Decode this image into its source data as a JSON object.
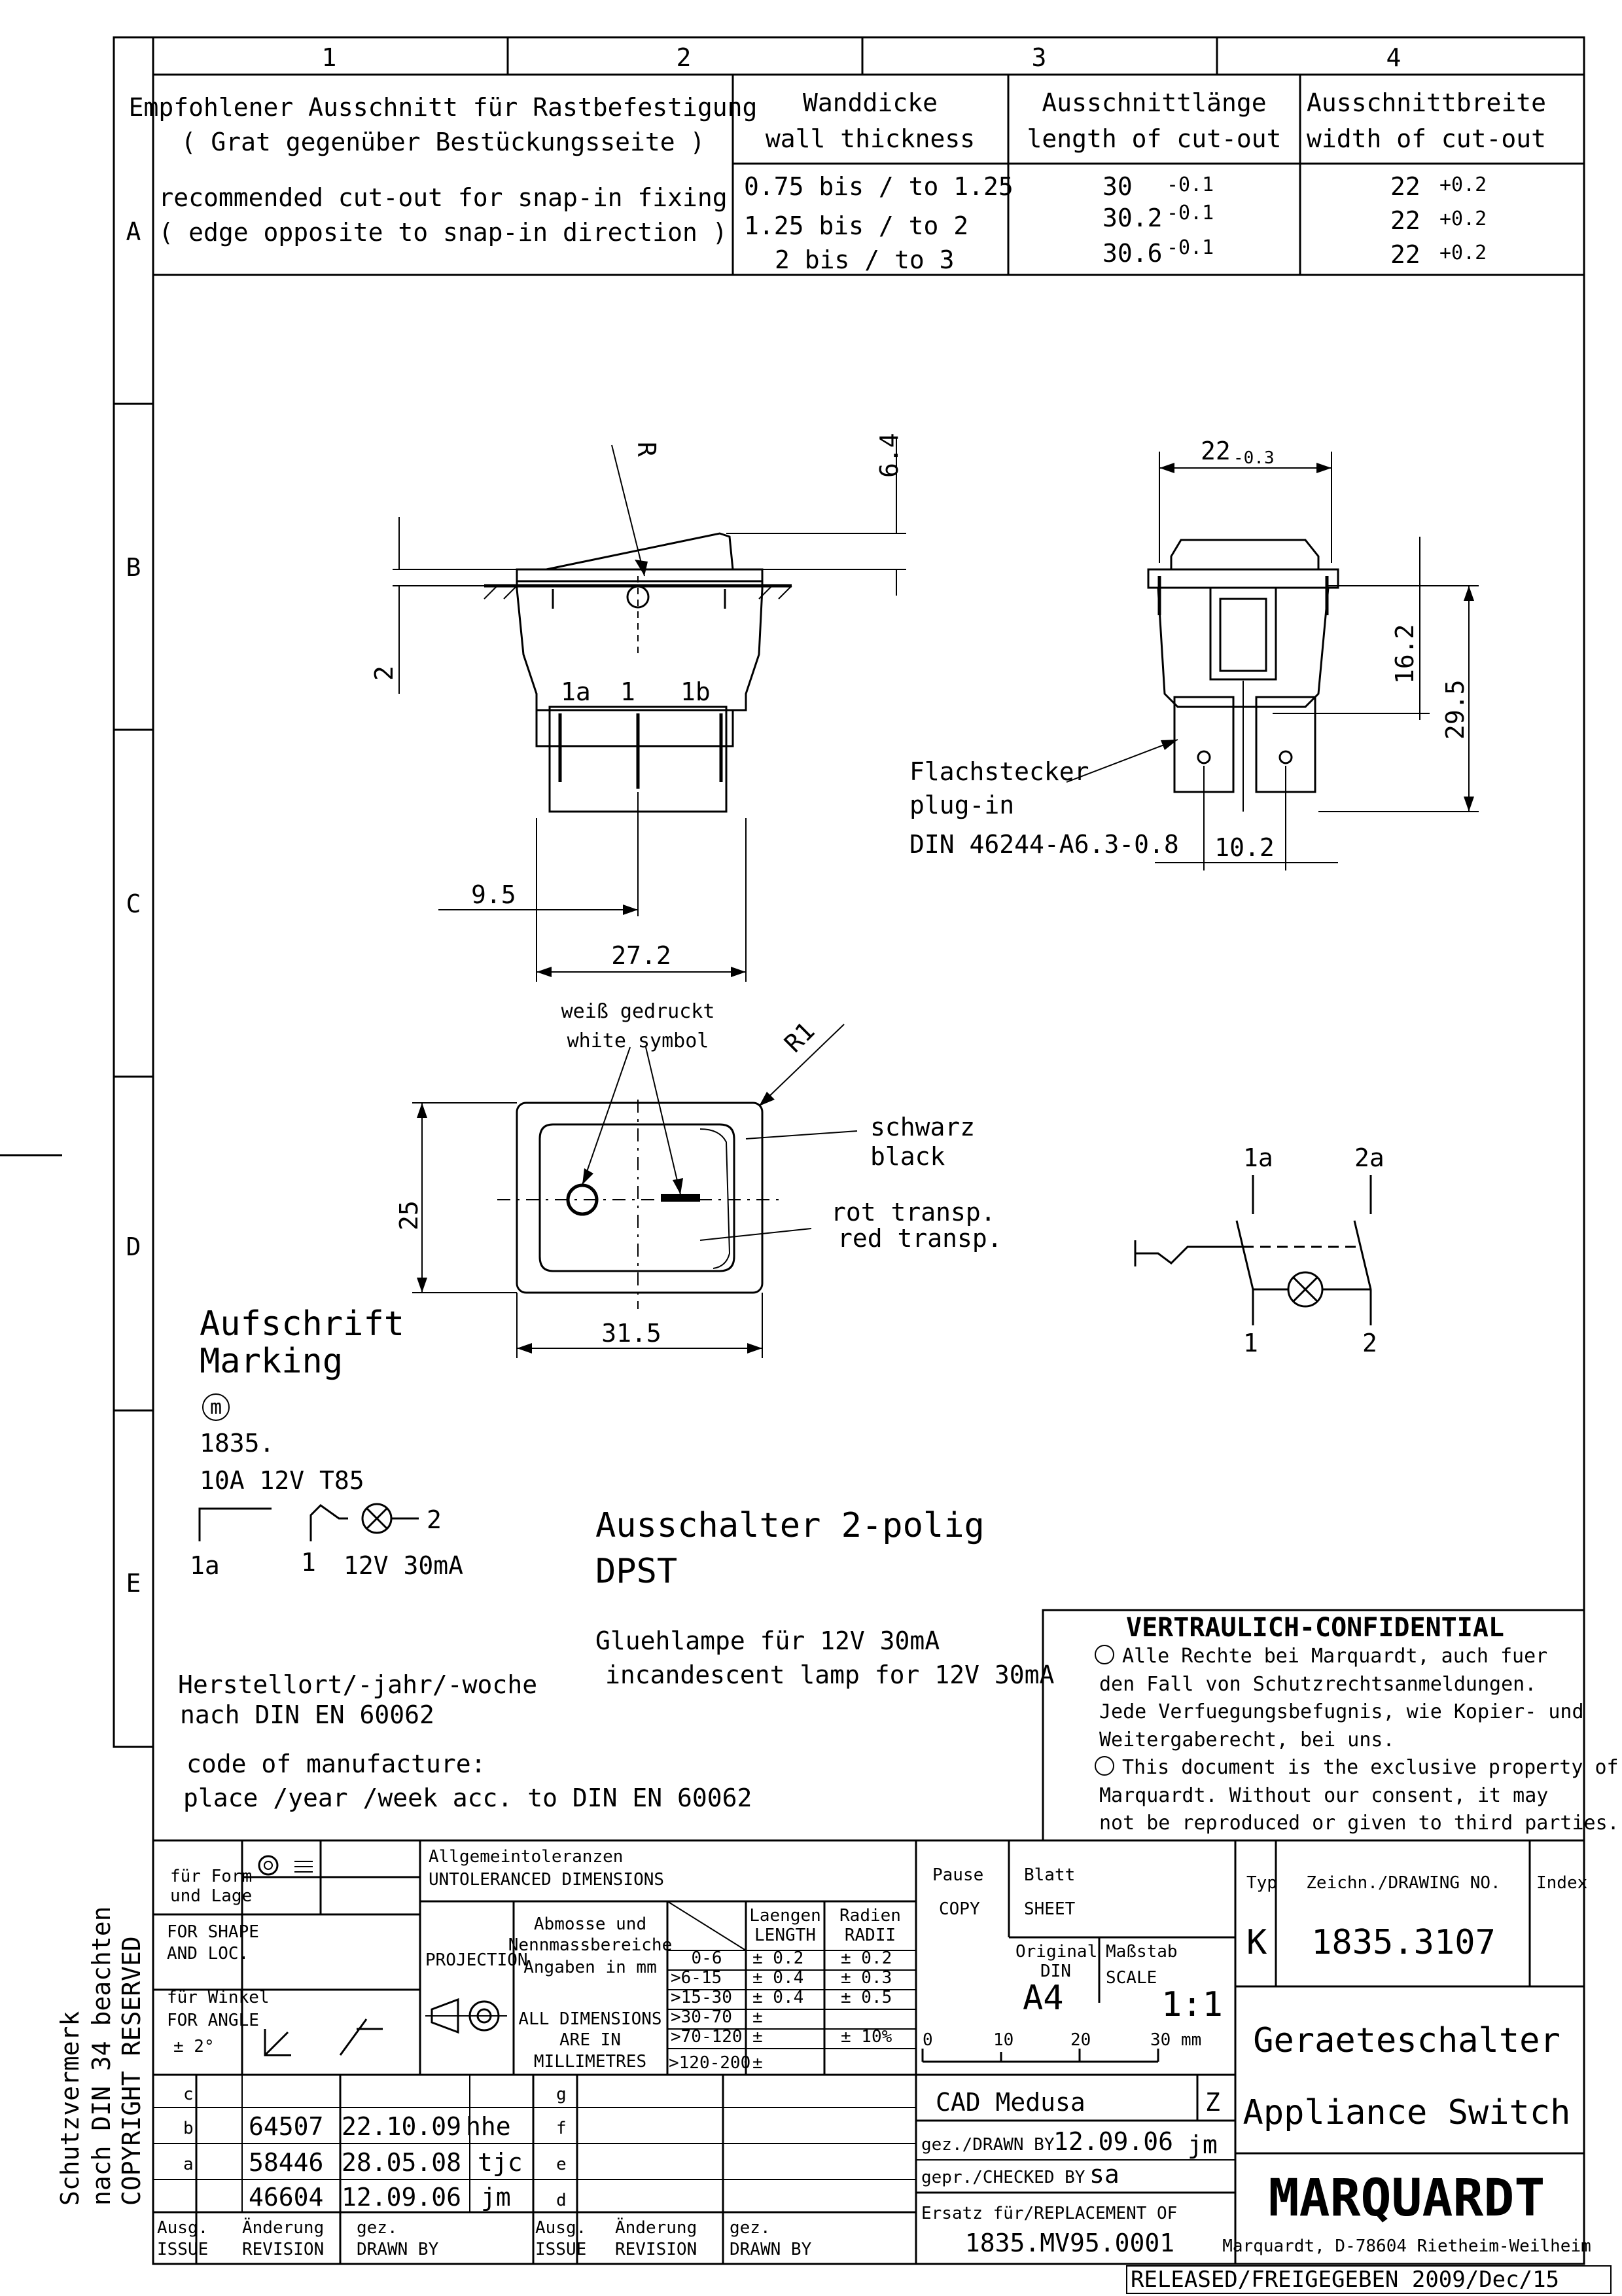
{
  "zone_columns": [
    "1",
    "2",
    "3",
    "4"
  ],
  "zone_rows": [
    "A",
    "B",
    "C",
    "D",
    "E"
  ],
  "cutout_table": {
    "title_de": "Empfohlener Ausschnitt für Rastbefestigung",
    "title_de2": "( Grat gegenüber Bestückungsseite )",
    "title_en": "recommended cut-out for snap-in fixing",
    "title_en2": "( edge opposite to snap-in direction )",
    "col_wall_de": "Wanddicke",
    "col_wall_en": "wall thickness",
    "col_len_de": "Ausschnittlänge",
    "col_len_en": "length of cut-out",
    "col_wid_de": "Ausschnittbreite",
    "col_wid_en": "width of cut-out",
    "rows": [
      {
        "wall": "0.75 bis / to 1.25",
        "length": "30",
        "length_tol": "-0.1",
        "width": "22",
        "width_tol": "+0.2"
      },
      {
        "wall": "1.25 bis / to 2",
        "length": "30.2",
        "length_tol": "-0.1",
        "width": "22",
        "width_tol": "+0.2"
      },
      {
        "wall": "2 bis / to 3",
        "length": "30.6",
        "length_tol": "-0.1",
        "width": "22",
        "width_tol": "+0.2"
      }
    ]
  },
  "side_view": {
    "dim_r": "R",
    "dim_64": "6.4",
    "dim_2": "2",
    "pin_1a": "1a",
    "pin_1": "1",
    "pin_1b": "1b",
    "dim_95": "9.5",
    "dim_272": "27.2"
  },
  "end_view": {
    "dim_22": "22",
    "dim_22_tol": "-0.3",
    "dim_162": "16.2",
    "dim_295": "29.5",
    "dim_102": "10.2",
    "plug_de": "Flachstecker",
    "plug_en": "plug-in",
    "plug_std": "DIN 46244-A6.3-0.8"
  },
  "top_view": {
    "symbol_de": "weiß gedruckt",
    "symbol_en": "white symbol",
    "radius": "R1",
    "black_de": "schwarz",
    "black_en": "black",
    "red_de": "rot transp.",
    "red_en": "red transp.",
    "dim_25": "25",
    "dim_315": "31.5"
  },
  "schematic": {
    "t_1a": "1a",
    "t_2a": "2a",
    "t_1": "1",
    "t_2": "2"
  },
  "marking": {
    "title_de": "Aufschrift",
    "title_en": "Marking",
    "logo": "m",
    "line1": "1835.",
    "line2": "10A 12V T85",
    "lbl_1a": "1a",
    "lbl_1": "1",
    "lbl_2": "2",
    "lamp": "12V 30mA"
  },
  "description": {
    "type_de": "Ausschalter 2-polig",
    "type_en": "DPST",
    "lamp_de": "Gluehlampe für 12V 30mA",
    "lamp_en": "incandescent lamp for 12V 30mA",
    "mfg_de1": "Herstellort/-jahr/-woche",
    "mfg_de2": "nach DIN EN 60062",
    "mfg_en1": "code of manufacture:",
    "mfg_en2": "place /year /week acc. to DIN EN 60062"
  },
  "confidential": {
    "title": "VERTRAULICH-CONFIDENTIAL",
    "lines": [
      "Alle Rechte bei Marquardt, auch fuer",
      "den Fall von Schutzrechtsanmeldungen.",
      "Jede Verfuegungsbefugnis, wie Kopier- und",
      "Weitergaberecht, bei uns.",
      "This document is the exclusive property of",
      "Marquardt. Without our consent, it may",
      "not be reproduced or given to third parties."
    ]
  },
  "title_block": {
    "form_de": "für Form",
    "form_de2": "und Lage",
    "shape_en": "FOR SHAPE",
    "shape_en2": "AND LOC.",
    "angle_de": "für Winkel",
    "angle_en": "FOR ANGLE",
    "angle_val": "± 2°",
    "tol_de": "Allgemeintoleranzen",
    "tol_en": "UNTOLERANCED DIMENSIONS",
    "projection": "PROJECTION",
    "dims_de1": "Abmosse und",
    "dims_de2": "Nennmassbereiche",
    "dims_de3": "Angaben in mm",
    "dims_en1": "ALL DIMENSIONS",
    "dims_en2": "ARE IN",
    "dims_en3": "MILLIMETRES",
    "len_de": "Laengen",
    "len_en": "LENGTH",
    "rad_de": "Radien",
    "rad_en": "RADII",
    "tol_rows": [
      {
        "range": "0-6",
        "len": "± 0.2",
        "rad": "± 0.2"
      },
      {
        "range": ">6-15",
        "len": "± 0.4",
        "rad": "± 0.3"
      },
      {
        "range": ">15-30",
        "len": "± 0.4",
        "rad": "± 0.5"
      },
      {
        "range": ">30-70",
        "len": "±",
        "rad": ""
      },
      {
        "range": ">70-120",
        "len": "±",
        "rad": "± 10%"
      },
      {
        "range": ">120-200",
        "len": "±",
        "rad": ""
      }
    ],
    "pause": "Pause",
    "copy": "COPY",
    "blatt": "Blatt",
    "sheet": "SHEET",
    "original": "Original",
    "din": "DIN",
    "format": "A4",
    "massstab": "Maßstab",
    "scale": "SCALE",
    "scale_val": "1:1",
    "scale_ticks": [
      "0",
      "10",
      "20",
      "30 mm"
    ],
    "typ": "Typ",
    "typ_val": "K",
    "drawing_no_label": "Zeichn./DRAWING NO.",
    "drawing_no": "1835.3107",
    "index": "Index",
    "name_de": "Geraeteschalter",
    "name_en": "Appliance Switch",
    "cad": "CAD Medusa",
    "cad_z": "Z",
    "drawn_label": "gez./DRAWN BY",
    "drawn_date": "12.09.06",
    "drawn_by": "jm",
    "checked_label": "gepr./CHECKED BY",
    "checked_by": "sa",
    "replacement_label": "Ersatz für/REPLACEMENT OF",
    "replacement": "1835.MV95.0001",
    "company": "MARQUARDT",
    "company_addr": "Marquardt, D-78604 Rietheim-Weilheim"
  },
  "revisions": {
    "left": [
      {
        "issue": "c",
        "change": "",
        "date": "",
        "by": ""
      },
      {
        "issue": "b",
        "change": "64507",
        "date": "22.10.09",
        "by": "hhe"
      },
      {
        "issue": "a",
        "change": "58446",
        "date": "28.05.08",
        "by": "tjc"
      },
      {
        "issue": "",
        "change": "46604",
        "date": "12.09.06",
        "by": "jm"
      }
    ],
    "right": [
      "g",
      "f",
      "e",
      "d"
    ],
    "hdr_issue_de": "Ausg.",
    "hdr_issue_en": "ISSUE",
    "hdr_change_de": "Änderung",
    "hdr_change_en": "REVISION",
    "hdr_drawn_de": "gez.",
    "hdr_drawn_en": "DRAWN BY"
  },
  "copyright": {
    "line1": "Schutzvermerk",
    "line2": "nach DIN 34 beachten",
    "line3": "COPYRIGHT RESERVED"
  },
  "release_stamp": "RELEASED/FREIGEGEBEN 2009/Dec/15"
}
